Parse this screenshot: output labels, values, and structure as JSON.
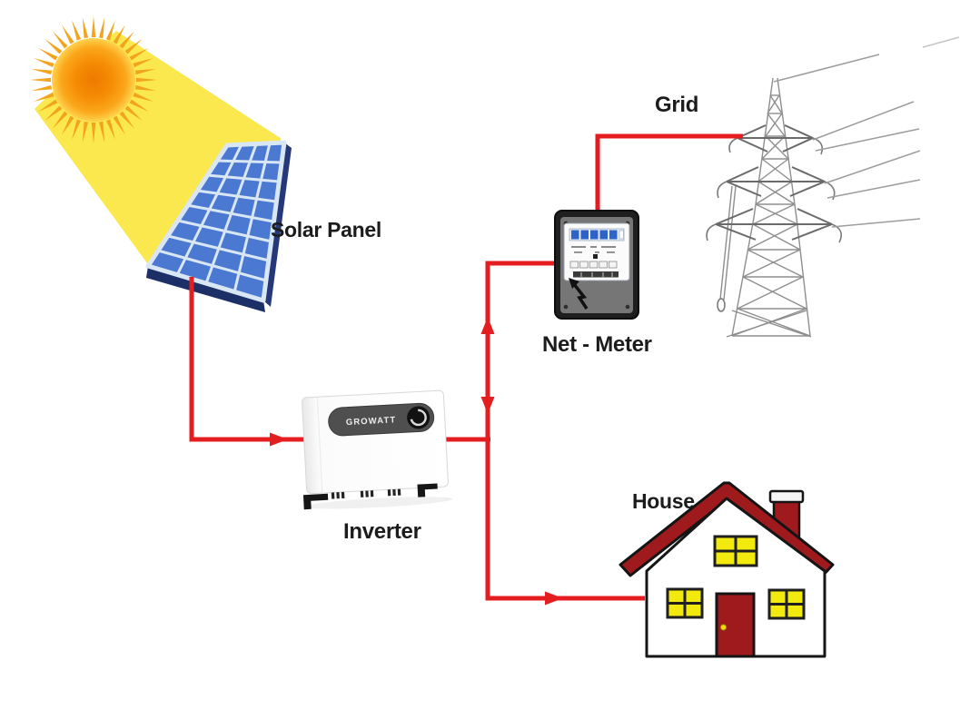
{
  "labels": {
    "solar_panel": "Solar Panel",
    "inverter": "Inverter",
    "net_meter": "Net - Meter",
    "grid": "Grid",
    "house": "House"
  },
  "inverter": {
    "brand": "GROWATT"
  },
  "colors": {
    "connection_line_red": "#e41e20",
    "panel_cell_blue": "#4b79d2",
    "panel_edge_navy": "#1c2f66",
    "sun_core_orange": "#ed7a00",
    "beam_yellow": "#fbe74e",
    "roof_red": "#9e1a1c",
    "door_red": "#9e1a1c",
    "window_yellow": "#f2e90f",
    "tower_gray": "#8e8e8e"
  },
  "connections": [
    {
      "from": "Solar Panel",
      "to": "Inverter",
      "arrow": "toward-inverter"
    },
    {
      "from": "Inverter",
      "to": "Net - Meter",
      "arrow": "bidirectional"
    },
    {
      "from": "Net - Meter",
      "to": "Grid",
      "arrow": "none"
    },
    {
      "from": "Inverter",
      "to": "House",
      "arrow": "toward-house"
    }
  ]
}
